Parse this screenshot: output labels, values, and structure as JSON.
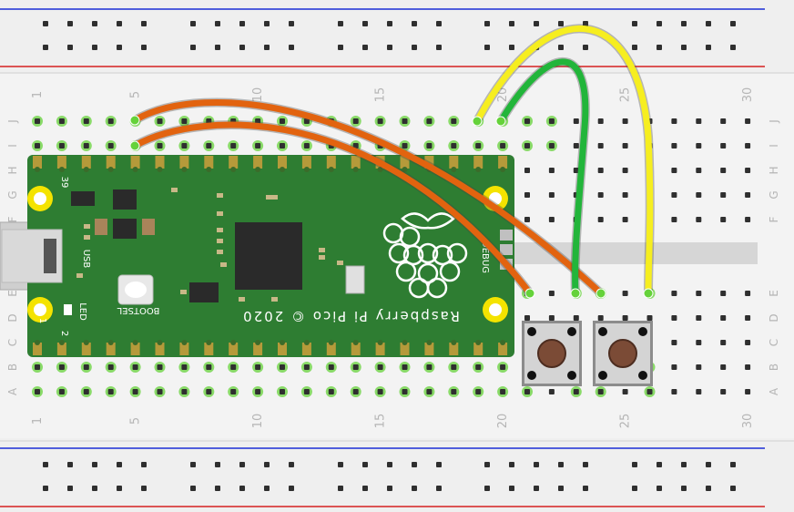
{
  "breadboard": {
    "column_numbers": [
      "1",
      "5",
      "10",
      "15",
      "20",
      "25",
      "30"
    ],
    "row_letters_top": [
      "J",
      "I",
      "H",
      "G",
      "F"
    ],
    "row_letters_bottom": [
      "E",
      "D",
      "C",
      "B",
      "A"
    ],
    "colors": {
      "board": "#efefef",
      "rail_blue": "#1c2fd6",
      "rail_red": "#d62020",
      "hole": "#2f2f2f",
      "hole_connected": "#65d23a",
      "channel": "#d6d6d6"
    }
  },
  "pico": {
    "silkscreen_name": "Raspberry Pi Pico © 2020",
    "usb_label": "USB",
    "bootsel_label": "BOOTSEL",
    "led_label": "LED",
    "debug_label": "DEBUG",
    "pin_label_1": "1",
    "pin_label_2": "2",
    "pin_label_39": "39",
    "logo": "raspberry-logo",
    "colors": {
      "pcb": "#2e7d32",
      "pad": "#f4e300",
      "chip": "#2a2a2a"
    }
  },
  "wires": [
    {
      "name": "orange-wire-1",
      "color": "#e2630f"
    },
    {
      "name": "orange-wire-2",
      "color": "#e2630f"
    },
    {
      "name": "green-wire",
      "color": "#22b53a"
    },
    {
      "name": "yellow-wire",
      "color": "#f6ee1f"
    }
  ],
  "buttons": [
    {
      "name": "push-button-1",
      "color": "#7b4b36"
    },
    {
      "name": "push-button-2",
      "color": "#7b4b36"
    }
  ]
}
